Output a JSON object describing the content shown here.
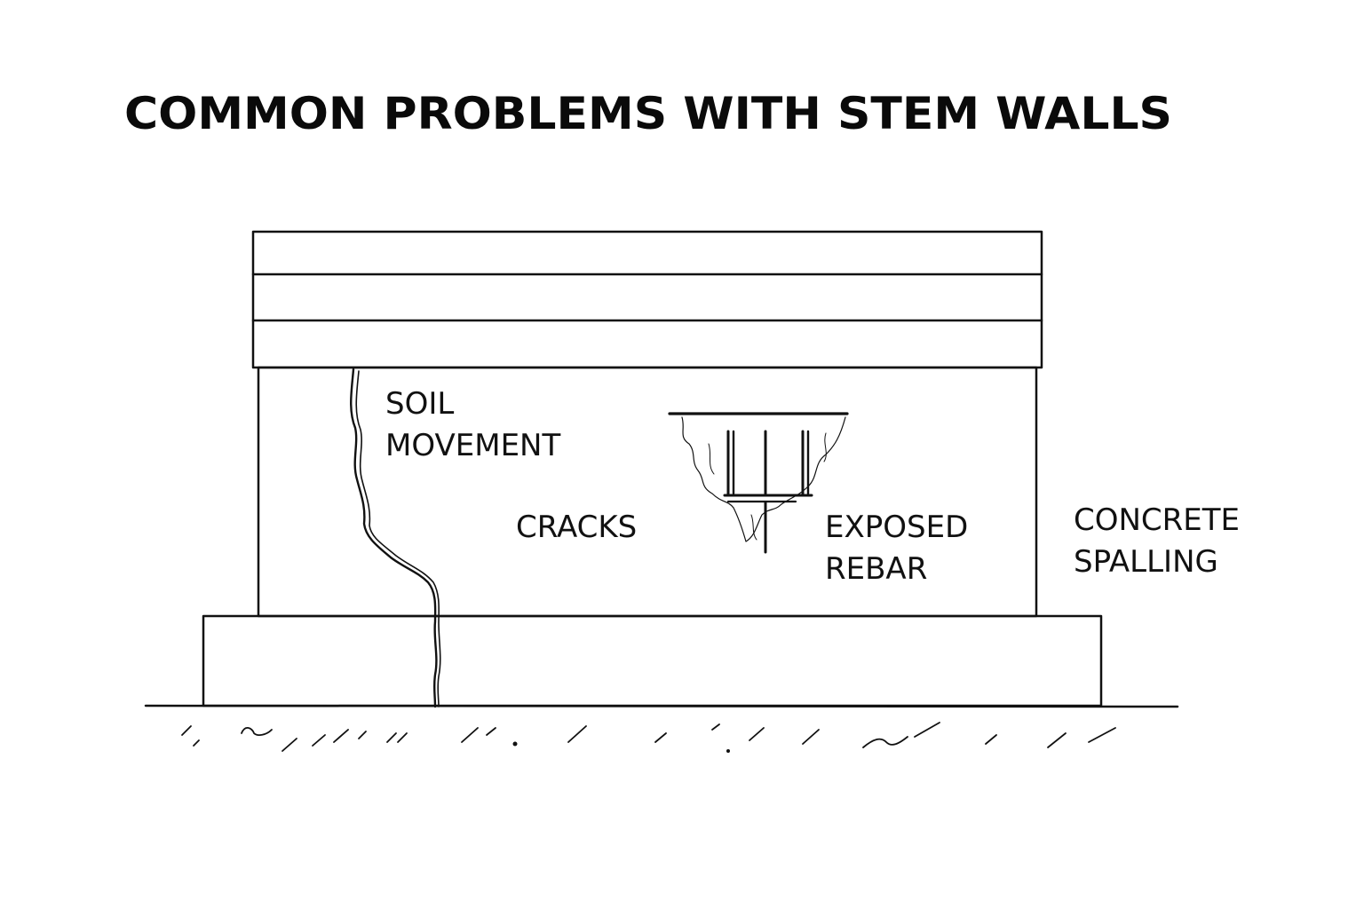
{
  "title": "COMMON PROBLEMS WITH STEM WALLS",
  "labels": {
    "soil_movement": [
      "SOIL",
      "MOVEMENT"
    ],
    "cracks": "CRACKS",
    "exposed_rebar": [
      "EXPOSED",
      "REBAR"
    ],
    "concrete_spalling": [
      "CONCRETE",
      "SPALLING"
    ]
  },
  "colors": {
    "ink": "#111111",
    "background": "#ffffff"
  }
}
